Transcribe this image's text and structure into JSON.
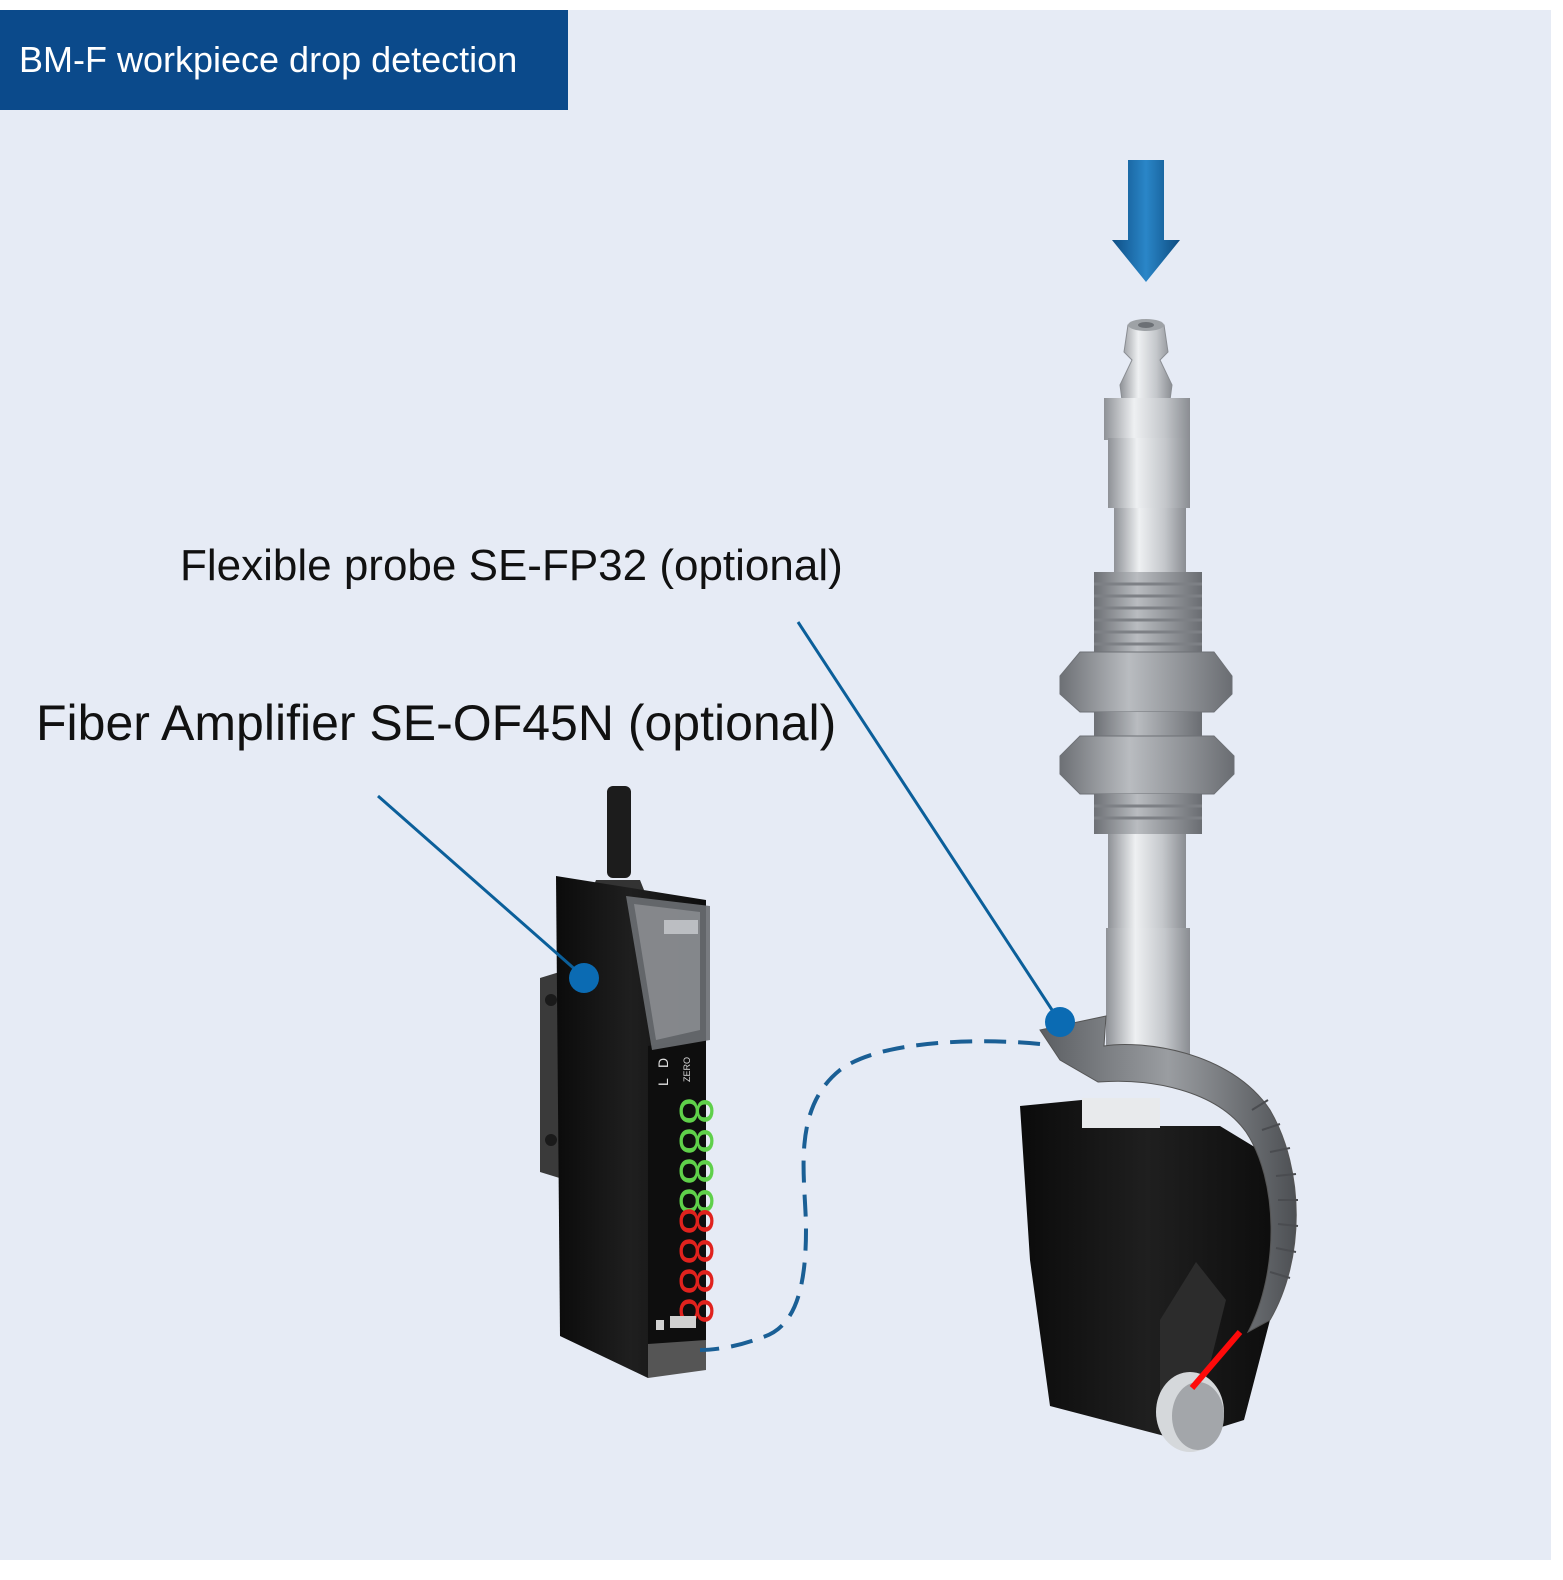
{
  "title": "BM-F workpiece drop detection",
  "labels": {
    "probe": "Flexible probe SE-FP32 (optional)",
    "amplifier": "Fiber Amplifier SE-OF45N (optional)"
  },
  "amplifier_panel": {
    "indicator_l": "L",
    "indicator_d": "D",
    "zero_label": "ZERO",
    "display_top": "8888",
    "display_bottom": "8888"
  },
  "colors": {
    "banner": "#0b4a8b",
    "background": "#e6ebf5",
    "leader_line": "#0b5f9a",
    "marker_dot": "#0b6bb3",
    "fiber_cable": "#1a5f95",
    "display_green": "#5fd04a",
    "display_red": "#e0221d",
    "detect_beam": "#ff0a0a"
  },
  "icons": [
    "down-arrow-icon"
  ]
}
